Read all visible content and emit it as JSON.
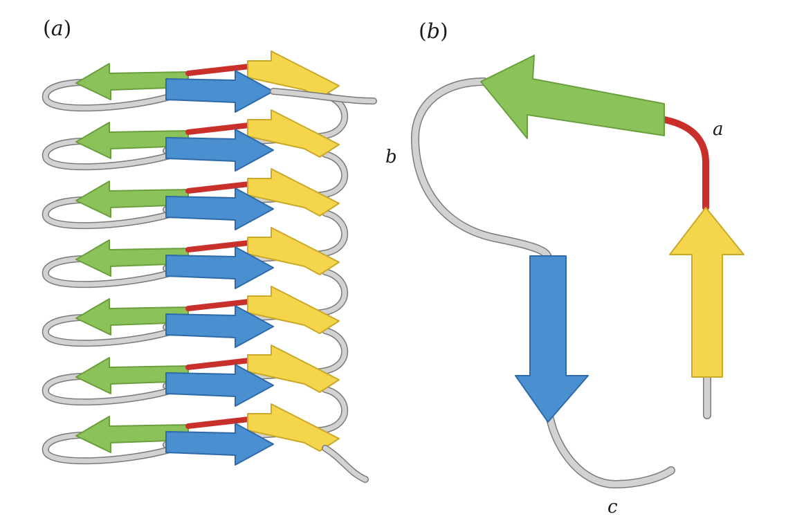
{
  "panels": {
    "a": {
      "label": "a",
      "repeat_count": 7
    },
    "b": {
      "label": "b"
    }
  },
  "segment_labels": {
    "a": "a",
    "b": "b",
    "c": "c"
  },
  "colors": {
    "green_strand": "#8cc25a",
    "green_dark": "#6a9e3e",
    "yellow_strand": "#f4d54c",
    "yellow_dark": "#caa828",
    "blue_strand": "#4a8fd0",
    "blue_dark": "#2f6aa8",
    "red_linker": "#c9302c",
    "gray_loop": "#d2d2d2",
    "gray_outline": "#7a7a7a"
  }
}
